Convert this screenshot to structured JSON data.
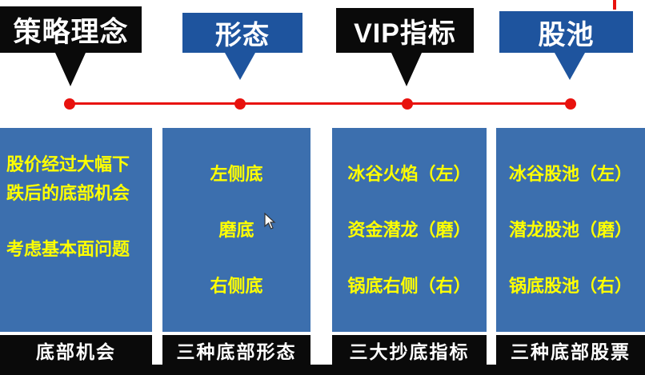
{
  "colors": {
    "header_black": "#0a0a0a",
    "header_blue": "#1e549e",
    "body_blue": "#3c6fae",
    "accent_red": "#e8120e",
    "text_yellow": "#ffff00",
    "bg": "#ffffff"
  },
  "columns": [
    {
      "header": "策略理念",
      "paragraphs": [
        "股价经过大幅下跌后的底部机会",
        "考虑基本面问题"
      ],
      "footer": "底部机会"
    },
    {
      "header": "形态",
      "lines": [
        "左侧底",
        "磨底",
        "右侧底"
      ],
      "footer": "三种底部形态"
    },
    {
      "header": "VIP指标",
      "lines": [
        "冰谷火焰（左）",
        "资金潜龙（磨）",
        "锅底右侧（右）"
      ],
      "footer": "三大抄底指标"
    },
    {
      "header": "股池",
      "lines": [
        "冰谷股池（左）",
        "潜龙股池（磨）",
        "锅底股池（右）"
      ],
      "footer": "三种底部股票"
    }
  ],
  "icons": {
    "cursor": "arrow-pointer"
  }
}
